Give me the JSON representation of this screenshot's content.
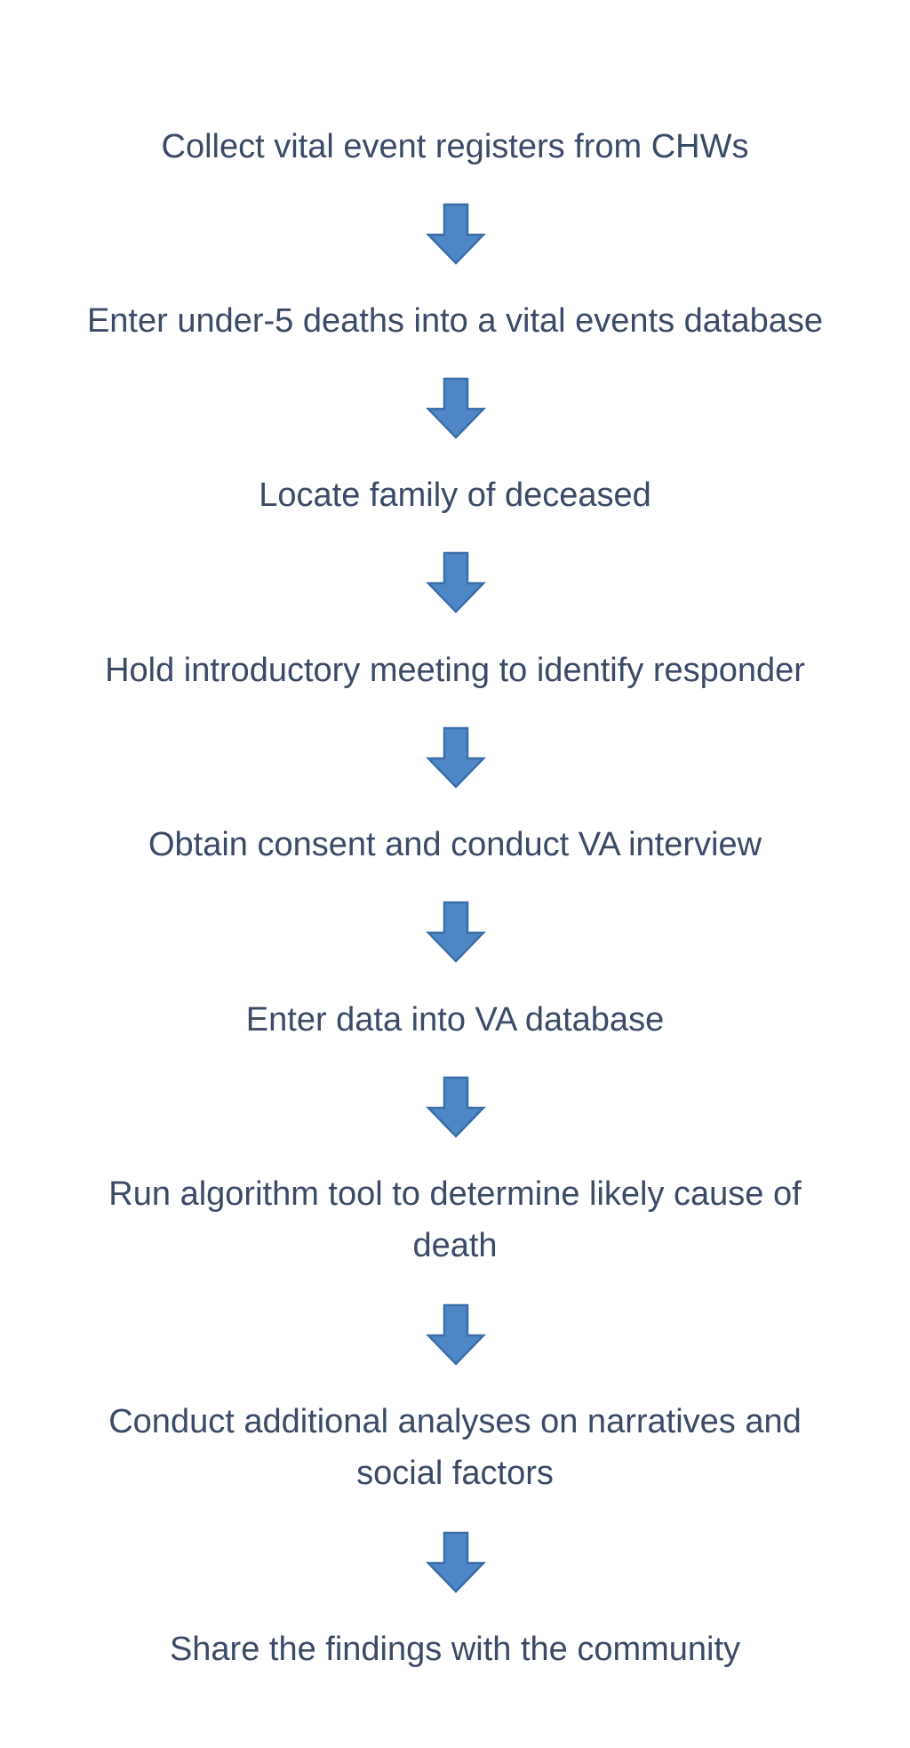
{
  "flowchart": {
    "steps": [
      "Collect vital event registers from CHWs",
      "Enter under-5 deaths into a vital events database",
      "Locate family of deceased",
      "Hold introductory meeting to identify responder",
      "Obtain consent and conduct VA interview",
      "Enter data into VA database",
      "Run algorithm tool to determine likely cause of death",
      "Conduct additional analyses on narratives and social factors",
      "Share the findings with the community"
    ],
    "arrow_icon": "down-arrow-icon",
    "colors": {
      "text": "#3b4a66",
      "arrow_fill": "#4f86c6",
      "arrow_stroke": "#3a6ea8"
    }
  }
}
